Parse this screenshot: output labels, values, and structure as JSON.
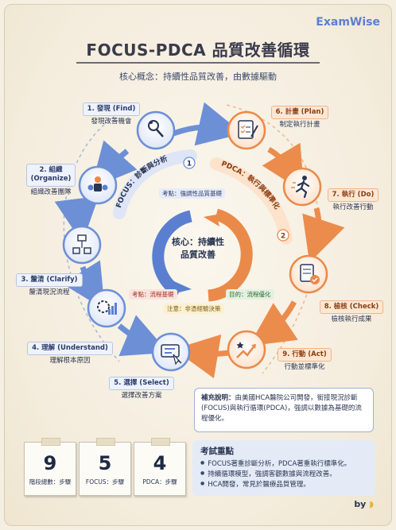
{
  "brand": "ExamWise",
  "title": "FOCUS-PDCA 品質改善循環",
  "subtitle": "核心概念：持續性品質改善，由數據驅動",
  "focus_steps": [
    {
      "title": "1. 發現 (Find)",
      "desc": "發現改善機會"
    },
    {
      "title": "2. 組織\n(Organize)",
      "desc": "組織改善團隊"
    },
    {
      "title": "3. 釐清 (Clarify)",
      "desc": "釐清現況流程"
    },
    {
      "title": "4. 理解 (Understand)",
      "desc": "理解根本原因"
    },
    {
      "title": "5. 選擇 (Select)",
      "desc": "選擇改善方案"
    }
  ],
  "pdca_steps": [
    {
      "title": "6. 計畫 (Plan)",
      "desc": "制定執行計畫"
    },
    {
      "title": "7. 執行 (Do)",
      "desc": "執行改善行動"
    },
    {
      "title": "8. 檢核 (Check)",
      "desc": "檢核執行成果"
    },
    {
      "title": "9. 行動 (Act)",
      "desc": "行動並標準化"
    }
  ],
  "arc_labels": {
    "focus": "FOCUS：診斷與分析",
    "focus_num": "1",
    "pdca": "PDCA：執行與標準化",
    "pdca_num": "2"
  },
  "center": {
    "line1": "核心：持續性",
    "line2": "品質改善"
  },
  "notes": {
    "top": "考點：強調性品質基礎",
    "left": "考點：流程基礎",
    "right": "目的：流程優化",
    "bottom": "注意：非憑經驗決策"
  },
  "supplement": {
    "label": "補充說明：",
    "text": "由美國HCA醫院公司開發，銜接現況診斷(FOCUS)與執行循環(PDCA)，強調以數據為基礎的流程優化。"
  },
  "stats": [
    {
      "value": "9",
      "caption": "階段總數：步驟"
    },
    {
      "value": "5",
      "caption": "FOCUS：步驟"
    },
    {
      "value": "4",
      "caption": "PDCA：步驟"
    }
  ],
  "exam_points": {
    "heading": "考試重點",
    "items": [
      "FOCUS著重診斷分析，PDCA著重執行標準化。",
      "持續循環模型，強調客觀數據與流程改善。",
      "HCA開發，常見於醫療品質管理。"
    ]
  },
  "byline": "by",
  "colors": {
    "blue": "#5b7fd0",
    "orange": "#ea8a4a",
    "navy": "#2a3552"
  }
}
